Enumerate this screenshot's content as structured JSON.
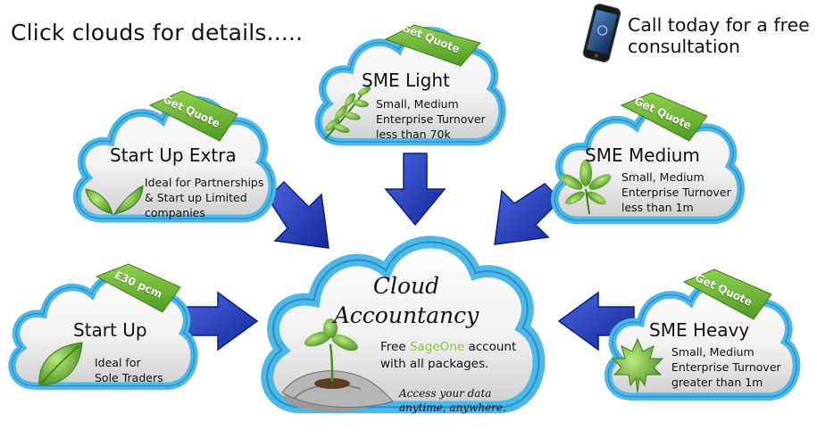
{
  "header": {
    "instruction": "Click clouds for details.....",
    "call_line1": "Call today for a free",
    "call_line2": "consultation",
    "phone_icon": "smartphone-icon"
  },
  "colors": {
    "cloud_border": "#5bc6ee",
    "cloud_fill_top": "#ffffff",
    "cloud_fill_bottom": "#d4d4d4",
    "ribbon_green": "#6db33f",
    "arrow_blue": "#1f3cc0",
    "leaf_green": "#7cbf3a"
  },
  "clouds": {
    "sme_light": {
      "ribbon": "Get Quote",
      "title": "SME Light",
      "desc": [
        "Small, Medium",
        "Enterprise Turnover",
        "less than 70k"
      ],
      "icon": "fern-leaf-icon"
    },
    "start_up_extra": {
      "ribbon": "Get Quote",
      "title": "Start Up Extra",
      "desc": [
        "Ideal for Partnerships",
        "& Start up Limited",
        "companies"
      ],
      "icon": "twin-leaf-icon"
    },
    "sme_medium": {
      "ribbon": "Get Quote",
      "title": "SME Medium",
      "desc": [
        "Small, Medium",
        "Enterprise Turnover",
        "less than 1m"
      ],
      "icon": "chestnut-leaf-icon"
    },
    "start_up": {
      "ribbon": "£30 pcm",
      "title": "Start Up",
      "desc": [
        "Ideal for",
        "Sole Traders"
      ],
      "icon": "single-leaf-icon"
    },
    "sme_heavy": {
      "ribbon": "Get Quote",
      "title": "SME Heavy",
      "desc": [
        "Small, Medium",
        "Enterprise Turnover",
        "greater than 1m"
      ],
      "icon": "maple-leaf-icon"
    }
  },
  "center": {
    "title_line1": "Cloud",
    "title_line2": "Accountancy",
    "free_prefix": "Free ",
    "sage_brand": "SageOne",
    "free_suffix": " account",
    "free_line2": "with all packages.",
    "access_line1": "Access your data",
    "access_line2": "anytime, anywhere.",
    "image": "hands-holding-seedling"
  }
}
